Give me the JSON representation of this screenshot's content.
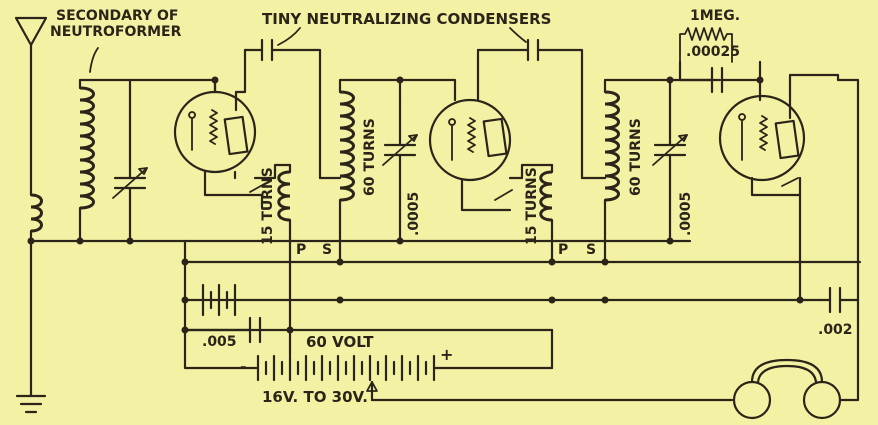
{
  "labels": {
    "secondary": [
      "SECONDARY OF",
      "NEUTROFORMER"
    ],
    "tiny_condensers": "TINY NEUTRALIZING CONDENSERS",
    "one_meg": "1MEG.",
    "cap_00025": ".00025",
    "turns_15_a": "15 TURNS",
    "turns_60_a": "60 TURNS",
    "cap_0005_a": ".0005",
    "turns_15_b": "15 TURNS",
    "turns_60_b": "60 TURNS",
    "cap_0005_b": ".0005",
    "p_a": "P",
    "s_a": "S",
    "p_b": "P",
    "s_b": "S",
    "cap_005": ".005",
    "battery_60v": "60 VOLT",
    "minus": "-",
    "plus": "+",
    "voltage_range": "16V. TO 30V.",
    "cap_002": ".002"
  }
}
